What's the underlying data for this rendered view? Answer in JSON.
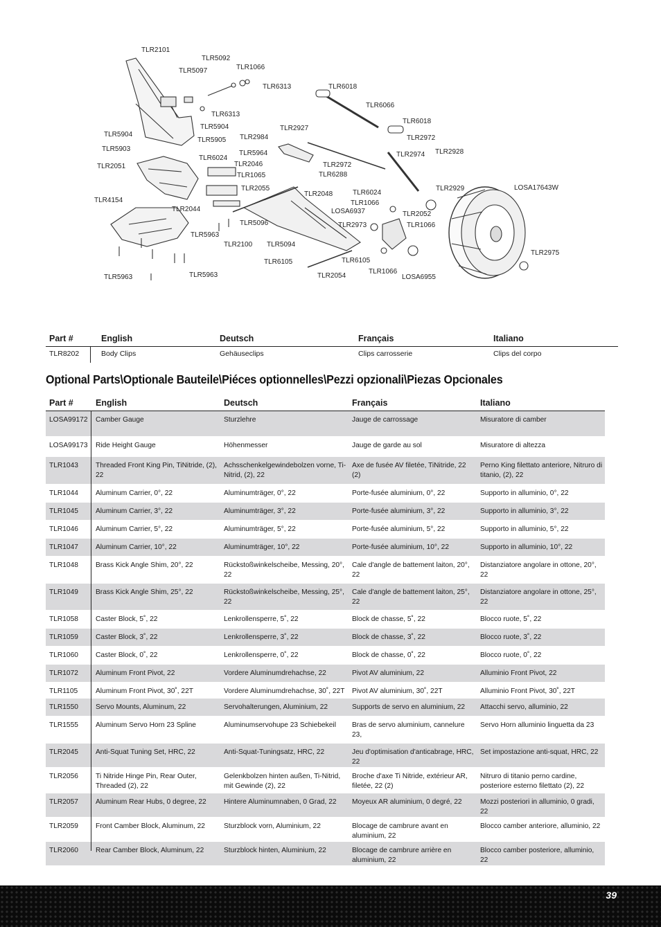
{
  "diagram": {
    "labels": [
      "TLR2101",
      "TLR5092",
      "TLR5097",
      "TLR1066",
      "TLR6313",
      "TLR6313",
      "TLR5904",
      "TLR5904",
      "TLR5905",
      "TLR6018",
      "TLR6066",
      "TLR6018",
      "TLR2972",
      "TLR2928",
      "TLR2974",
      "TLR2927",
      "TLR2984",
      "TLR5964",
      "TLR2972",
      "TLR6288",
      "TLR5903",
      "TLR2051",
      "TLR6024",
      "TLR2046",
      "TLR1065",
      "TLR2055",
      "TLR2048",
      "TLR4154",
      "TLR2044",
      "TLR5096",
      "TLR5963",
      "TLR2100",
      "TLR5094",
      "TLR6105",
      "TLR6105",
      "TLR2054",
      "TLR5963",
      "TLR5963",
      "TLR6024",
      "TLR1066",
      "LOSA6937",
      "TLR2973",
      "TLR2052",
      "TLR1066",
      "TLR2929",
      "LOSA17643W",
      "TLR2975",
      "TLR1066",
      "LOSA6955"
    ]
  },
  "top_table": {
    "headers": [
      "Part #",
      "English",
      "Deutsch",
      "Français",
      "Italiano"
    ],
    "rows": [
      [
        "TLR8202",
        "Body Clips",
        "Gehäuseclips",
        "Clips carrosserie",
        "Clips del corpo"
      ]
    ]
  },
  "section_title": "Optional Parts\\Optionale Bauteile\\Piéces optionnelles\\Pezzi opzionali\\Piezas Opcionales",
  "optional_table": {
    "headers": [
      "Part #",
      "English",
      "Deutsch",
      "Français",
      "Italiano"
    ],
    "rows": [
      [
        "LOSA99172",
        "Camber Gauge",
        "Sturzlehre",
        "Jauge de carrossage",
        "Misuratore di camber"
      ],
      [
        "LOSA99173",
        "Ride Height Gauge",
        "Höhenmesser",
        "Jauge de garde au sol",
        "Misuratore di altezza"
      ],
      [
        "TLR1043",
        "Threaded Front King Pin, TiNitride, (2), 22",
        "Achsschenkelgewindebolzen vorne, Ti-Nitrid, (2), 22",
        "Axe de fusée AV filetée, TiNitride, 22 (2)",
        "Perno King filettato anteriore, Nitruro di titanio, (2), 22"
      ],
      [
        "TLR1044",
        "Aluminum Carrier, 0°, 22",
        "Aluminumträger, 0°, 22",
        "Porte-fusée aluminium, 0°, 22",
        "Supporto in alluminio, 0°, 22"
      ],
      [
        "TLR1045",
        "Aluminum Carrier, 3°, 22",
        "Aluminumträger, 3°, 22",
        "Porte-fusée aluminium, 3°, 22",
        "Supporto in alluminio, 3°, 22"
      ],
      [
        "TLR1046",
        "Aluminum Carrier, 5°, 22",
        "Aluminumträger, 5°, 22",
        "Porte-fusée aluminium, 5°, 22",
        "Supporto in alluminio, 5°, 22"
      ],
      [
        "TLR1047",
        "Aluminum Carrier, 10°, 22",
        "Aluminumträger, 10°, 22",
        "Porte-fusée aluminium, 10°, 22",
        "Supporto in alluminio, 10°, 22"
      ],
      [
        "TLR1048",
        "Brass Kick Angle Shim, 20°, 22",
        "Rückstoßwinkelscheibe, Messing, 20°, 22",
        "Cale d'angle de battement laiton, 20°, 22",
        "Distanziatore angolare in ottone, 20°, 22"
      ],
      [
        "TLR1049",
        "Brass Kick Angle Shim, 25°, 22",
        "Rückstoßwinkelscheibe, Messing, 25°, 22",
        "Cale d'angle de battement laiton, 25°, 22",
        "Distanziatore angolare in ottone, 25°, 22"
      ],
      [
        "TLR1058",
        "Caster Block, 5˚, 22",
        "Lenkrollensperre, 5˚, 22",
        "Block de chasse, 5˚, 22",
        "Blocco ruote, 5˚, 22"
      ],
      [
        "TLR1059",
        "Caster Block, 3˚, 22",
        "Lenkrollensperre, 3˚, 22",
        "Block de chasse, 3˚, 22",
        "Blocco ruote, 3˚, 22"
      ],
      [
        "TLR1060",
        "Caster Block, 0˚, 22",
        "Lenkrollensperre, 0˚, 22",
        "Block de chasse, 0˚, 22",
        "Blocco ruote, 0˚, 22"
      ],
      [
        "TLR1072",
        "Aluminum Front Pivot, 22",
        "Vordere Aluminumdrehachse, 22",
        "Pivot AV aluminium, 22",
        "Alluminio Front Pivot, 22"
      ],
      [
        "TLR1105",
        "Aluminum Front Pivot, 30˚, 22T",
        "Vordere Aluminumdrehachse, 30˚, 22T",
        "Pivot AV aluminium, 30˚, 22T",
        "Alluminio Front Pivot, 30˚, 22T"
      ],
      [
        "TLR1550",
        "Servo Mounts, Aluminum, 22",
        "Servohalterungen, Aluminium, 22",
        "Supports de servo en aluminium, 22",
        "Attacchi servo, alluminio, 22"
      ],
      [
        "TLR1555",
        "Aluminum Servo Horn 23 Spline",
        "Aluminumservohupe 23 Schiebekeil",
        "Bras de servo aluminium, cannelure 23,",
        "Servo Horn alluminio linguetta da 23"
      ],
      [
        "TLR2045",
        "Anti-Squat Tuning Set, HRC, 22",
        "Anti-Squat-Tuningsatz, HRC, 22",
        "Jeu d'optimisation d'anticabrage, HRC, 22",
        "Set impostazione anti-squat, HRC, 22"
      ],
      [
        "TLR2056",
        "Ti Nitride Hinge Pin, Rear Outer, Threaded (2), 22",
        "Gelenkbolzen hinten außen, Ti-Nitrid, mit Gewinde (2), 22",
        "Broche d'axe Ti Nitride, extérieur AR, filetée, 22 (2)",
        "Nitruro di titanio perno cardine, posteriore esterno filettato (2), 22"
      ],
      [
        "TLR2057",
        "Aluminum Rear Hubs, 0 degree, 22",
        "Hintere Aluminumnaben, 0 Grad, 22",
        "Moyeux AR aluminium, 0 degré, 22",
        "Mozzi posteriori in alluminio, 0 gradi, 22"
      ],
      [
        "TLR2059",
        "Front Camber Block, Aluminum, 22",
        "Sturzblock vorn, Aluminium, 22",
        "Blocage de cambrure avant en aluminium, 22",
        "Blocco camber anteriore, alluminio, 22"
      ],
      [
        "TLR2060",
        "Rear Camber Block, Aluminum, 22",
        "Sturzblock hinten, Aluminium, 22",
        "Blocage de cambrure arrière en aluminium, 22",
        "Blocco camber posteriore, alluminio, 22"
      ]
    ]
  },
  "footer": {
    "page_number": "39"
  }
}
